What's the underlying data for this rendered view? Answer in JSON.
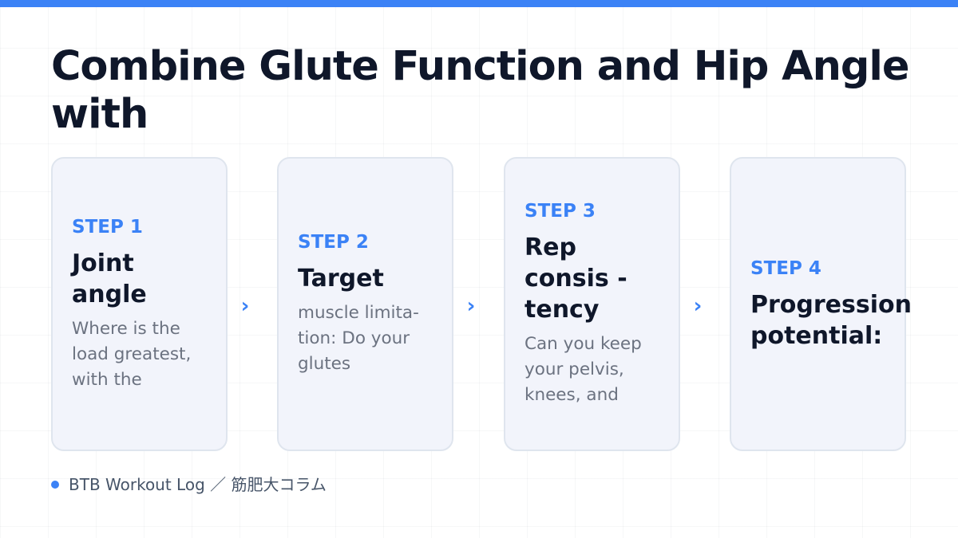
{
  "accent_color": "#3b82f6",
  "title": "Combine Glute Function and Hip Angle with",
  "steps": [
    {
      "label": "STEP 1",
      "title": "Joint\nangle",
      "description": "Where is the\nload greatest,\nwith the"
    },
    {
      "label": "STEP 2",
      "title": "Target",
      "description": "muscle limita-\ntion: Do your\nglutes"
    },
    {
      "label": "STEP 3",
      "title": "Rep\nconsis -\ntency",
      "description": "Can you keep\nyour pelvis,\nknees, and"
    },
    {
      "label": "STEP 4",
      "title": "Progression\npotential:",
      "description": ""
    }
  ],
  "arrow_glyph": "›",
  "footer": {
    "text": "BTB Workout Log ／ 筋肥大コラム"
  }
}
